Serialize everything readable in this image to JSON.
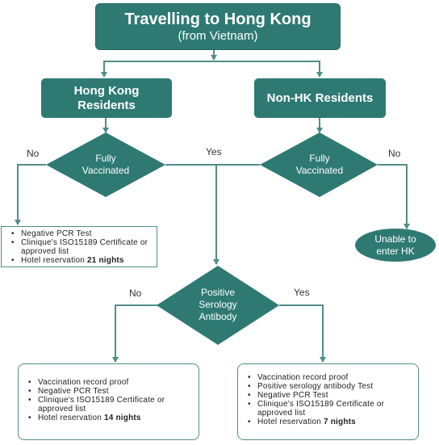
{
  "title": {
    "main": "Travelling to Hong Kong",
    "sub": "(from Vietnam)"
  },
  "categories": {
    "hk_residents": "Hong Kong Residents",
    "non_hk_residents": "Non-HK Residents"
  },
  "decisions": {
    "hk_fully_vaccinated": "Fully Vaccinated",
    "nonhk_fully_vaccinated": "Fully Vaccinated",
    "serology": "Positive Serology Antibody"
  },
  "edge_labels": {
    "hk_no": "No",
    "hk_yes": "Yes",
    "nonhk_no": "No",
    "serology_no": "No",
    "serology_yes": "Yes"
  },
  "outcomes": {
    "unable_to_enter": "Unable to enter HK",
    "unvaccinated_hk": [
      {
        "text": "Negative PCR Test",
        "bold": ""
      },
      {
        "text": "Clinique's ISO15189 Certificate or approved list",
        "bold": ""
      },
      {
        "text": "Hotel reservation ",
        "bold": "21 nights"
      }
    ],
    "no_antibody": [
      {
        "text": "Vaccination record proof",
        "bold": ""
      },
      {
        "text": "Negative PCR Test",
        "bold": ""
      },
      {
        "text": "Clinique's ISO15189 Certificate or approved list",
        "bold": ""
      },
      {
        "text": "Hotel reservation ",
        "bold": "14 nights"
      }
    ],
    "with_antibody": [
      {
        "text": "Vaccination record proof",
        "bold": ""
      },
      {
        "text": "Positive serology antibody Test",
        "bold": ""
      },
      {
        "text": "Negative PCR Test",
        "bold": ""
      },
      {
        "text": "Clinique's ISO15189 Certificate or approved list",
        "bold": ""
      },
      {
        "text": "Hotel reservation ",
        "bold": "7 nights"
      }
    ]
  },
  "colors": {
    "node_fill": "#2e7a73",
    "connector": "#4f8e88",
    "node_text": "#ffffff"
  }
}
